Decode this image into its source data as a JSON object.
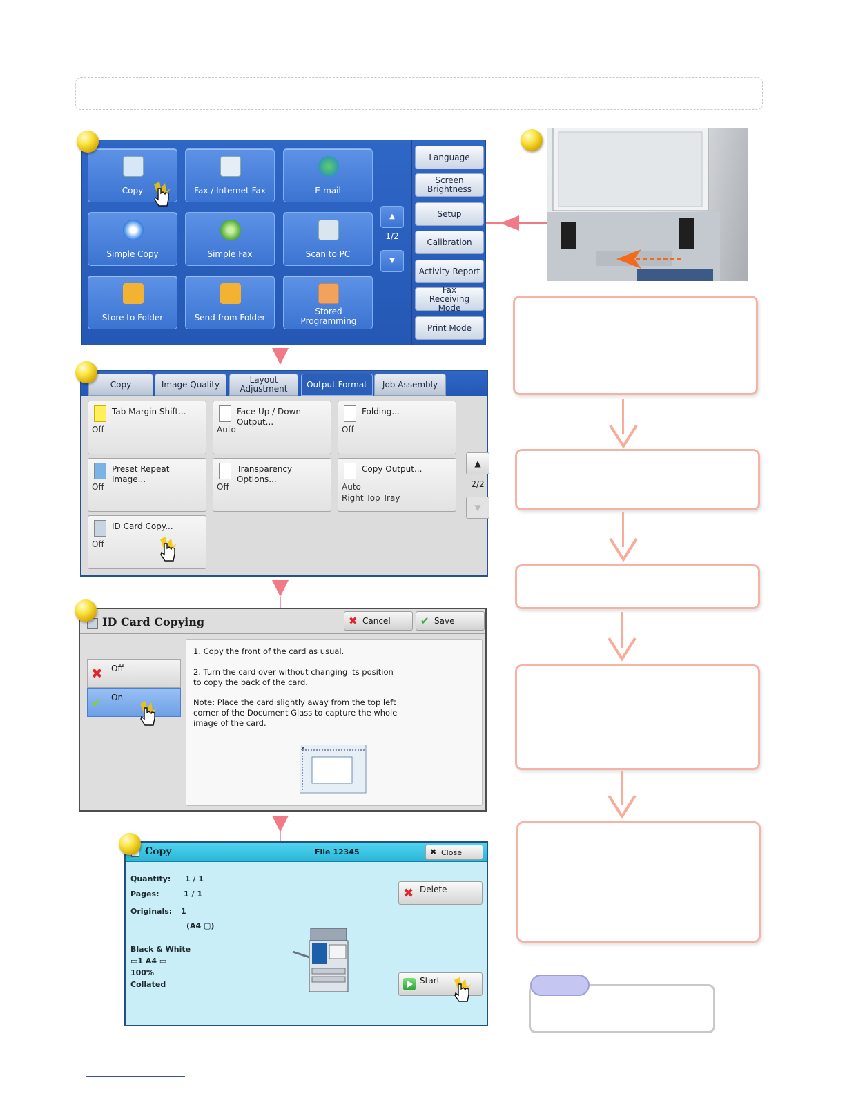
{
  "panel1": {
    "services": [
      {
        "label": "Copy"
      },
      {
        "label": "Fax / Internet Fax"
      },
      {
        "label": "E-mail"
      },
      {
        "label": "Simple Copy"
      },
      {
        "label": "Simple Fax"
      },
      {
        "label": "Scan to PC"
      },
      {
        "label": "Store to Folder"
      },
      {
        "label": "Send from Folder"
      },
      {
        "label": "Stored Programming"
      }
    ],
    "page": "1/2",
    "side_buttons": [
      {
        "label": "Language"
      },
      {
        "label": "Screen Brightness"
      },
      {
        "label": "Setup"
      },
      {
        "label": "Calibration"
      },
      {
        "label": "Activity Report"
      },
      {
        "label": "Fax Receiving Mode"
      },
      {
        "label": "Print Mode"
      }
    ]
  },
  "panel2": {
    "tabs": [
      {
        "label": "Copy"
      },
      {
        "label": "Image Quality"
      },
      {
        "label": "Layout Adjustment"
      },
      {
        "label": "Output Format"
      },
      {
        "label": "Job Assembly"
      }
    ],
    "active_tab": "Output Format",
    "features": [
      {
        "title": "Tab Margin Shift...",
        "value": "Off"
      },
      {
        "title": "Face Up / Down Output...",
        "value": "Auto"
      },
      {
        "title": "Folding...",
        "value": "Off"
      },
      {
        "title": "Preset Repeat Image...",
        "value": "Off"
      },
      {
        "title": "Transparency Options...",
        "value": "Off"
      },
      {
        "title": "Copy Output...",
        "value": "Auto",
        "value2": "Right Top Tray"
      },
      {
        "title": "ID Card Copy...",
        "value": "Off"
      }
    ],
    "page": "2/2",
    "up_arrow": "▲",
    "down_arrow": "▼"
  },
  "panel3": {
    "title": "ID Card Copying",
    "cancel_label": "Cancel",
    "save_label": "Save",
    "off_label": "Off",
    "on_label": "On",
    "selected": "On",
    "instructions": [
      "1. Copy the front of the card as usual.",
      "2. Turn the card over without changing its position to copy the back of the card.",
      "Note: Place the card slightly away from the top left corner of the Document Glass to capture the whole image of the card."
    ]
  },
  "panel4": {
    "title": "Copy",
    "file": "File 12345",
    "close_label": "Close",
    "quantity_label": "Quantity:",
    "quantity_value": "1 / 1",
    "pages_label": "Pages:",
    "pages_value": "1 / 1",
    "originals_label": "Originals:",
    "originals_value": "1",
    "originals_size": "(A4 ▢)",
    "color_mode": "Black & White",
    "paper": "▭1   A4 ▭",
    "zoom": "100%",
    "finishing": "Collated",
    "delete_label": "Delete",
    "start_label": "Start"
  },
  "colors": {
    "panel_blue": "#2558b4",
    "box_border": "#f5b3a5",
    "arrow": "#f7ad99",
    "connector": "#f07b86",
    "marker": "#fae340",
    "photo_arrow": "#f26a1b"
  },
  "icons": [
    "copy-icon",
    "fax-icon",
    "email-icon",
    "simple-copy-icon",
    "simple-fax-icon",
    "scan-icon",
    "folder-icon",
    "send-folder-icon",
    "stored-programming-icon",
    "hand-cursor-icon",
    "cancel-x-icon",
    "save-check-icon",
    "delete-x-icon",
    "start-icon"
  ]
}
